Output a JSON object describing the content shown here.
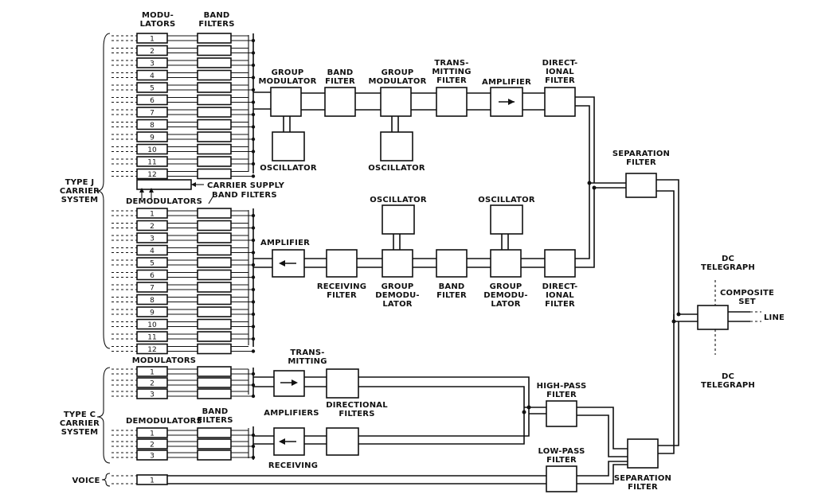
{
  "labels": {
    "modulators": [
      "MODU-",
      "LATORS"
    ],
    "band_filters_top": [
      "BAND",
      "FILTERS"
    ],
    "group_modulator_1": [
      "GROUP",
      "MODULATOR"
    ],
    "band_filter_1": [
      "BAND",
      "FILTER"
    ],
    "group_modulator_2": [
      "GROUP",
      "MODULATOR"
    ],
    "transmitting_filter": [
      "TRANS-",
      "MITTING",
      "FILTER"
    ],
    "amplifier_tx": [
      "AMPLIFIER"
    ],
    "directional_filter_tx": [
      "DIRECT-",
      "IONAL",
      "FILTER"
    ],
    "oscillator_1": [
      "OSCILLATOR"
    ],
    "oscillator_2": [
      "OSCILLATOR"
    ],
    "separation_filter_1": [
      "SEPARATION",
      "FILTER"
    ],
    "type_j": [
      "TYPE J",
      "CARRIER",
      "SYSTEM"
    ],
    "carrier_supply": [
      "CARRIER SUPPLY"
    ],
    "demodulators_j": [
      "DEMODULATORS"
    ],
    "band_filters_j": [
      "BAND FILTERS"
    ],
    "oscillator_3": [
      "OSCILLATOR"
    ],
    "oscillator_4": [
      "OSCILLATOR"
    ],
    "amplifier_rx": [
      "AMPLIFIER"
    ],
    "receiving_filter": [
      "RECEIVING",
      "FILTER"
    ],
    "group_demodulator_1": [
      "GROUP",
      "DEMODU-",
      "LATOR"
    ],
    "band_filter_2": [
      "BAND",
      "FILTER"
    ],
    "group_demodulator_2": [
      "GROUP",
      "DEMODU-",
      "LATOR"
    ],
    "directional_filter_rx": [
      "DIRECT-",
      "IONAL",
      "FILTER"
    ],
    "dc_telegraph_top": [
      "DC",
      "TELEGRAPH"
    ],
    "composite_set": [
      "COMPOSITE",
      "SET"
    ],
    "line": [
      "LINE"
    ],
    "dc_telegraph_bottom": [
      "DC",
      "TELEGRAPH"
    ],
    "modulators_c": [
      "MODULATORS"
    ],
    "transmitting_c": [
      "TRANS-",
      "MITTING"
    ],
    "amplifiers_c": [
      "AMPLIFIERS"
    ],
    "directional_filters_c": [
      "DIRECTIONAL",
      "FILTERS"
    ],
    "high_pass_filter": [
      "HIGH-PASS",
      "FILTER"
    ],
    "type_c": [
      "TYPE C",
      "CARRIER",
      "SYSTEM"
    ],
    "demodulators_c": [
      "DEMODULATORS"
    ],
    "band_filters_c": [
      "BAND",
      "FILTERS"
    ],
    "receiving_c": [
      "RECEIVING"
    ],
    "low_pass_filter": [
      "LOW-PASS",
      "FILTER"
    ],
    "separation_filter_2": [
      "SEPARATION",
      "FILTER"
    ],
    "voice": [
      "VOICE"
    ]
  },
  "channels": {
    "j_modulators": [
      "1",
      "2",
      "3",
      "4",
      "5",
      "6",
      "7",
      "8",
      "9",
      "10",
      "11",
      "12"
    ],
    "j_demodulators": [
      "1",
      "2",
      "3",
      "4",
      "5",
      "6",
      "7",
      "8",
      "9",
      "10",
      "11",
      "12"
    ],
    "c_modulators": [
      "1",
      "2",
      "3"
    ],
    "c_demodulators": [
      "1",
      "2",
      "3"
    ],
    "voice": [
      "1"
    ]
  }
}
